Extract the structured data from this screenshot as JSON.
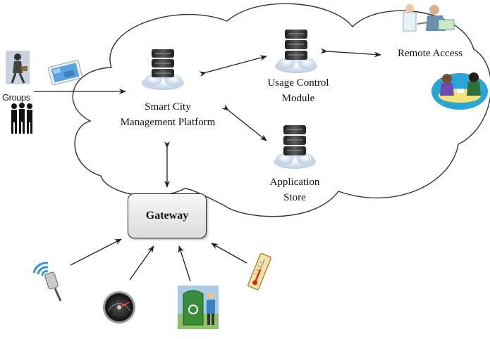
{
  "nodes": {
    "smart_city": {
      "line1": "Smart City",
      "line2": "Management  Platform"
    },
    "usage_control": {
      "line1": "Usage  Control",
      "line2": "Module"
    },
    "application_store": {
      "line1": "Application",
      "line2": "Store"
    },
    "remote_access": {
      "label": "Remote Access"
    },
    "gateway": {
      "label": "Gateway"
    },
    "groups": {
      "label": "Groups"
    }
  },
  "colors": {
    "cloud_fill": "#ffffff",
    "cloud_stroke": "#333333",
    "server_dark": "#2e2e2e",
    "server_light": "#7a7a7a",
    "arrow": "#222222"
  },
  "icons": [
    "server-icon",
    "people-group-icon",
    "person-walking-icon",
    "tablet-icon",
    "remote-user-icon",
    "meeting-icon",
    "wifi-sensor-icon",
    "gauge-icon",
    "recycle-bin-icon",
    "thermometer-icon"
  ]
}
